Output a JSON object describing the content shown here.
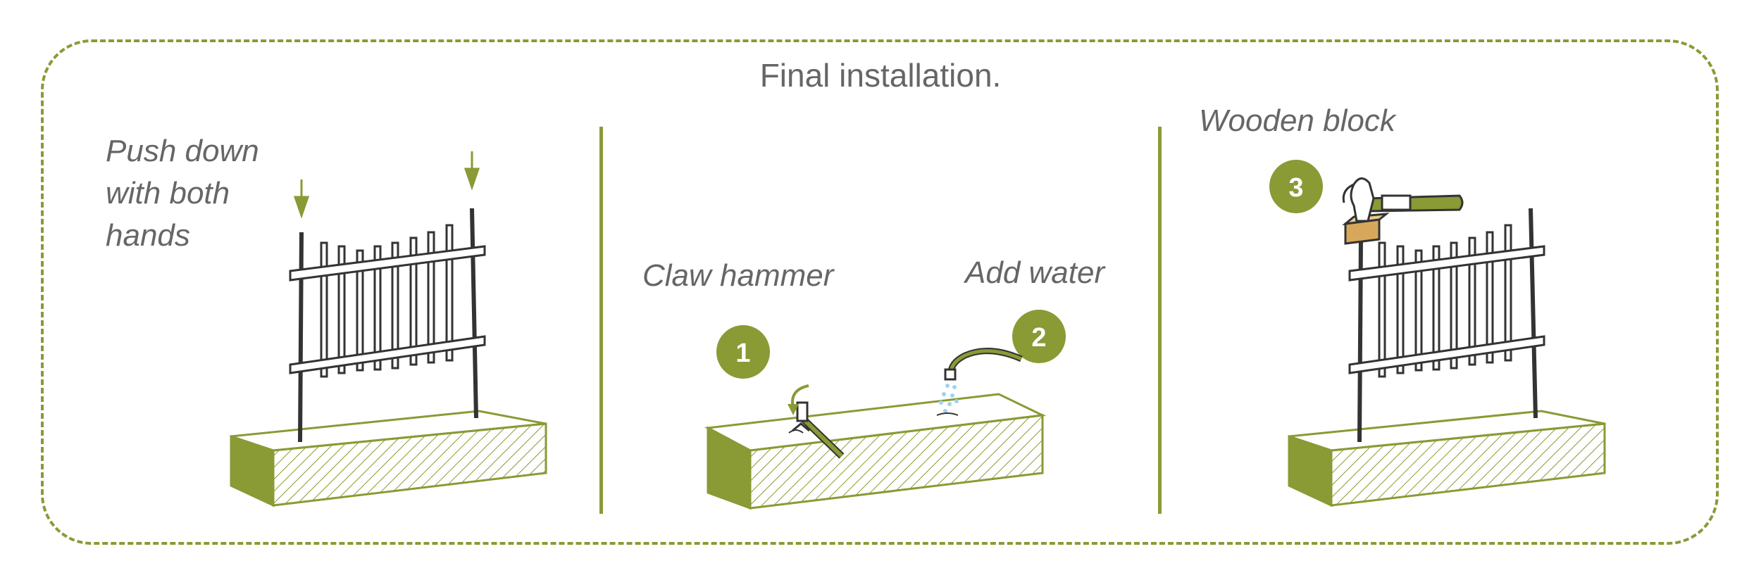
{
  "title": "Final installation.",
  "panels": [
    {
      "label_lines": [
        "Push down",
        "with both",
        "hands"
      ]
    },
    {
      "left_label": "Claw hammer",
      "right_label": "Add water",
      "step_left": "1",
      "step_right": "2"
    },
    {
      "label": "Wooden block",
      "step": "3"
    }
  ],
  "colors": {
    "accent": "#8a9a35",
    "text": "#666666",
    "block_side": "#8a9a35",
    "wood": "#d7a85c",
    "water": "#9fd3ee"
  },
  "icons": [
    "down-arrow-icon",
    "claw-hammer-icon",
    "hose-icon",
    "hammer-icon",
    "wooden-block-icon"
  ]
}
